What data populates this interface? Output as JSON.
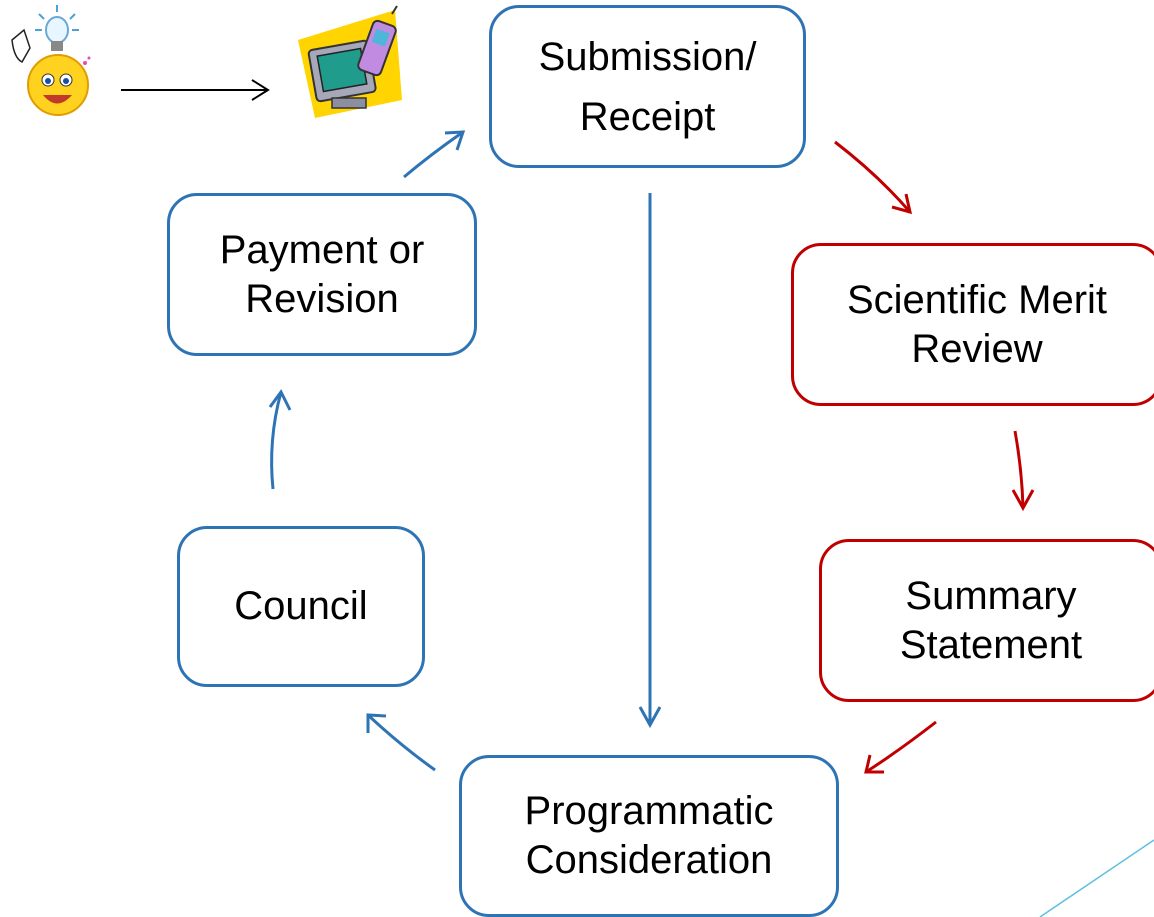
{
  "boxes": {
    "submission": "Submission/\nReceipt",
    "merit": "Scientific Merit\nReview",
    "summary": "Summary\nStatement",
    "programmatic": "Programmatic\nConsideration",
    "council": "Council",
    "payment": "Payment or\nRevision"
  },
  "icons": [
    "idea-lightbulb-smiley-icon",
    "computer-phone-icon"
  ],
  "colors": {
    "blue": "#2e74b5",
    "red": "#c00000",
    "line": "#000000",
    "accent_line": "#5bc0de"
  }
}
